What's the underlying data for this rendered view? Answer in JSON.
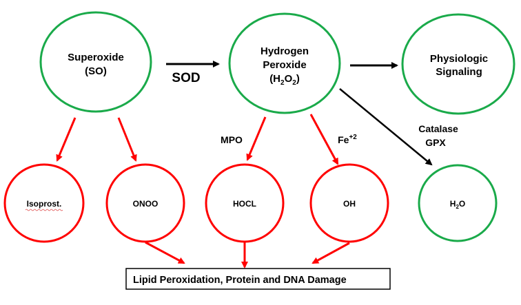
{
  "colors": {
    "green": "#1aaa4a",
    "red": "#ff0000",
    "black": "#000000"
  },
  "nodes": {
    "superoxide": {
      "line1": "Superoxide",
      "line2": "(SO)",
      "type": "green"
    },
    "h2o2": {
      "line1": "Hydrogen",
      "line2": "Peroxide",
      "line3_prefix": "(H",
      "line3_sub1": "2",
      "line3_mid": "O",
      "line3_sub2": "2",
      "line3_suffix": ")",
      "type": "green"
    },
    "signaling": {
      "line1": "Physiologic",
      "line2": "Signaling",
      "type": "green"
    },
    "isoprost": {
      "label": "Isoprost.",
      "type": "red"
    },
    "onoo": {
      "label": "ONOO",
      "type": "red"
    },
    "hocl": {
      "label": "HOCL",
      "type": "red"
    },
    "oh": {
      "label": "OH",
      "type": "red"
    },
    "water": {
      "prefix": "H",
      "sub": "2",
      "suffix": "O",
      "type": "green"
    }
  },
  "edge_labels": {
    "sod": "SOD",
    "mpo": "MPO",
    "fe_base": "Fe",
    "fe_sup": "+2",
    "catalase": "Catalase",
    "gpx": "GPX"
  },
  "outcome_box": {
    "label": "Lipid Peroxidation, Protein and DNA Damage"
  }
}
